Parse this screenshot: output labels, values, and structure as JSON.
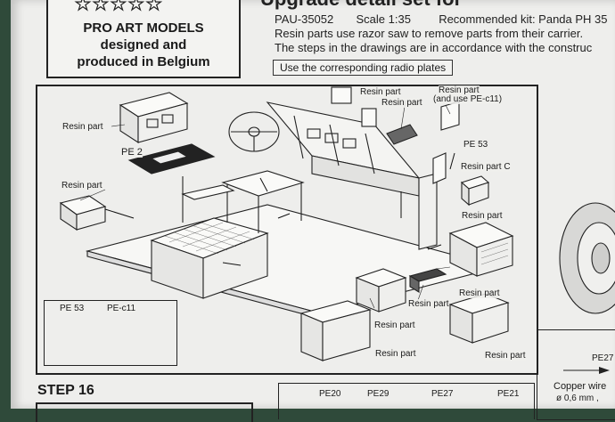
{
  "brand": {
    "stars": "★★★★★",
    "line1": "PRO ART MODELS",
    "line2": "designed and",
    "line3": "produced in Belgium"
  },
  "header": {
    "heading_fragment": "Upgrade detail set for",
    "code": "PAU-35052",
    "scale": "Scale 1:35",
    "kit": "Recommended kit: Panda PH 35",
    "line2": "Resin parts use razor saw to remove parts from their carrier.",
    "line3": "The steps in the drawings are in accordance with the construc",
    "hint": "Use the corresponding radio plates"
  },
  "labels": {
    "resin_1": "Resin part",
    "resin_2": "Resin part",
    "resin_3": "Resin part",
    "resin_4": "Resin part",
    "resin_5": "Resin part",
    "resin_6a": "Resin part",
    "resin_6b": "(and use PE-c11)",
    "resin_c": "Resin part C",
    "resin_7": "Resin part",
    "resin_8": "Resin part",
    "resin_9": "Resin part",
    "resin_10": "Resin part",
    "resin_11": "Resin part",
    "pe2": "PE 2",
    "pe53": "PE 53",
    "pe53_inset": "PE 53",
    "pec11_inset": "PE-c11"
  },
  "bottom": {
    "step": "STEP 16",
    "pe20": "PE20",
    "pe29": "PE29",
    "pe27": "PE27",
    "pe21": "PE21",
    "pe27_right": "PE27",
    "copper": "Copper wire",
    "copper_size": "ø 0,6 mm ,"
  },
  "colors": {
    "paper": "#eeeeec",
    "ink": "#1a1a1a",
    "background": "#2f4a3a"
  }
}
